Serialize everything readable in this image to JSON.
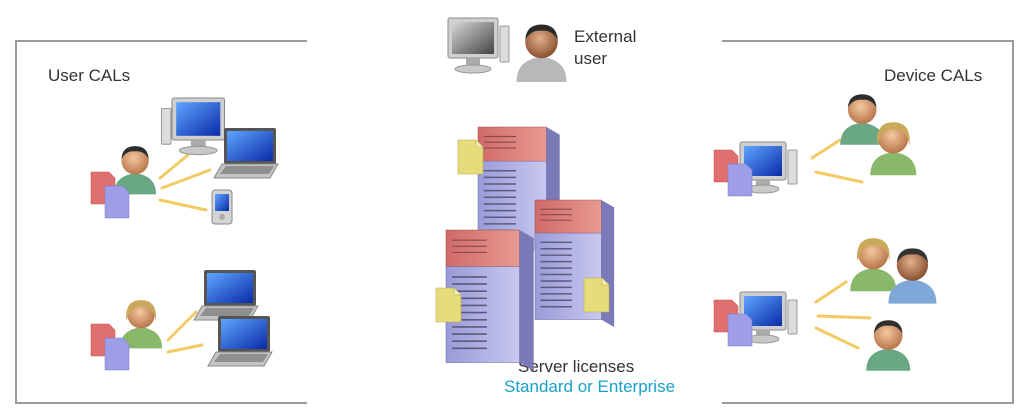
{
  "labels": {
    "user_cals": "User CALs",
    "device_cals": "Device CALs",
    "external_user_line1": "External",
    "external_user_line2": "user",
    "server_licenses": "Server licenses",
    "server_editions": "Standard or Enterprise"
  },
  "colors": {
    "frame": "#9a9a9a",
    "accent_text": "#1aa0c8",
    "cal_red": "#e07070",
    "cal_blue": "#9e9ee6",
    "license_yellow": "#e6dc7a",
    "connector": "#f0c24a"
  },
  "icons": [
    "desktop-icon",
    "laptop-icon",
    "pda-icon",
    "user-icon",
    "server-icon",
    "cal-document-icon",
    "license-document-icon"
  ]
}
